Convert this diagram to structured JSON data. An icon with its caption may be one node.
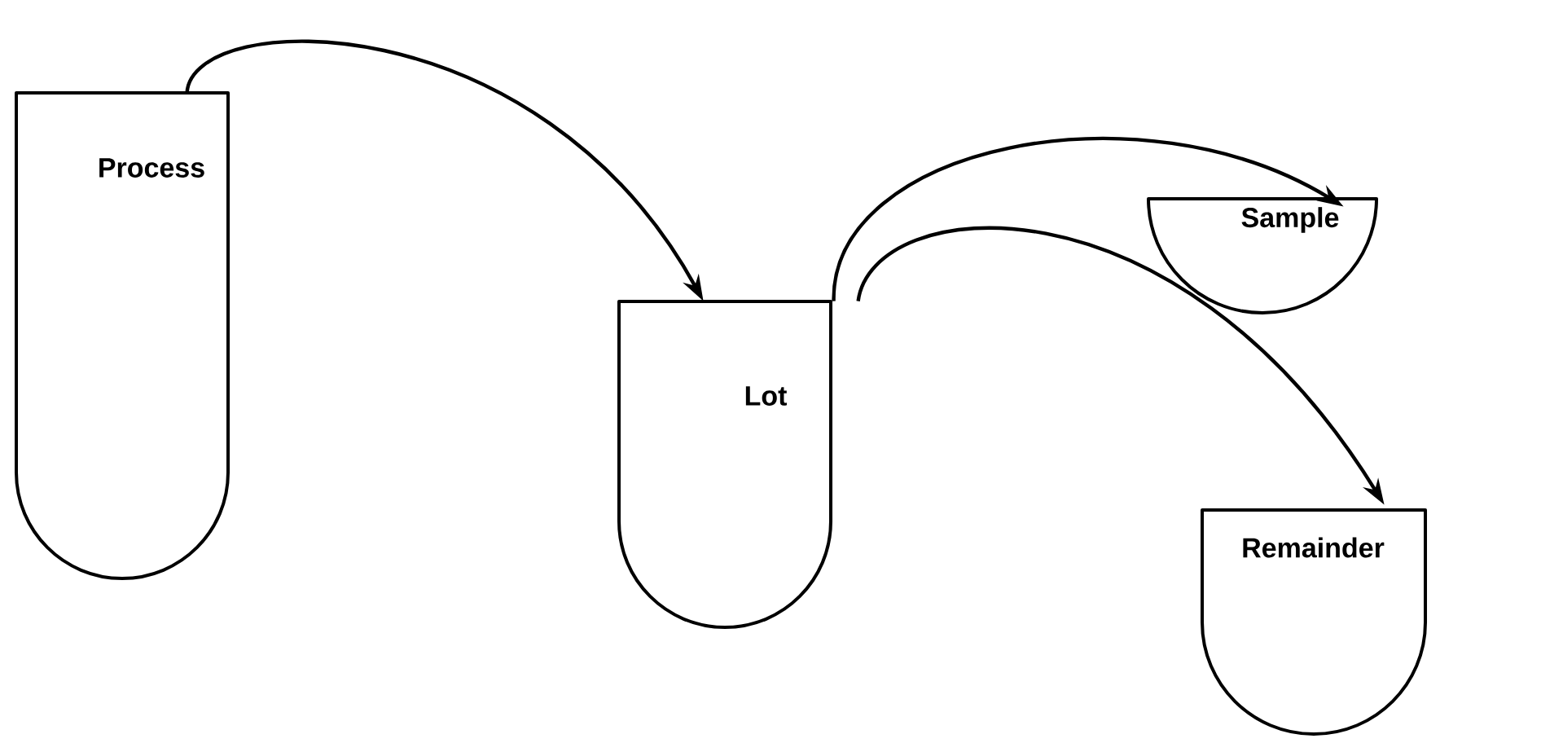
{
  "diagram": {
    "nodes": [
      {
        "text": [
          "Process"
        ]
      },
      {
        "text": [
          "Lot"
        ]
      },
      {
        "text": [
          "Sample"
        ]
      },
      {
        "text": [
          "Remainder"
        ]
      }
    ],
    "edges": [
      {
        "from": 0,
        "to": 1,
        "arrow": "to"
      },
      {
        "from": 1,
        "to": 2,
        "arrow": "to"
      },
      {
        "from": 1,
        "to": 3,
        "arrow": "to"
      }
    ]
  }
}
